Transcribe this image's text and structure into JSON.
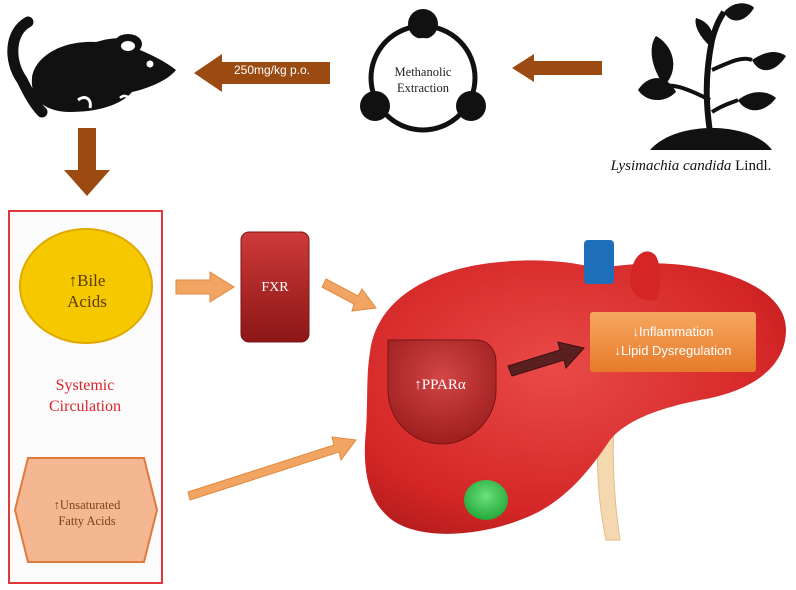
{
  "dose_label": "250mg/kg p.o.",
  "extraction_label": [
    "Methanolic",
    "Extraction"
  ],
  "plant_species": "Lysimachia candida",
  "plant_author": " Lindl.",
  "bile_acids": [
    "↑Bile",
    "Acids"
  ],
  "systemic_circulation": [
    "Systemic",
    "Circulation"
  ],
  "fatty_acids": [
    "↑Unsaturated",
    "Fatty Acids"
  ],
  "fxr_label": "FXR",
  "ppar_label": "↑PPARα",
  "effects": [
    "↓Inflammation",
    "↓Lipid Dysregulation"
  ],
  "colors": {
    "brown_arrow": "#9b4a12",
    "orange_arrow": "#f2a463",
    "liver_red": "#d42a2a",
    "circulation_border": "#e0393b",
    "bile_yellow": "#f6c800",
    "fatty_acid_fill": "#f5b791",
    "effects_orange": "#ef8d3c"
  },
  "icons": [
    "mouse-icon",
    "extraction-cycle-icon",
    "plant-icon",
    "liver-icon",
    "gallbladder-icon"
  ]
}
